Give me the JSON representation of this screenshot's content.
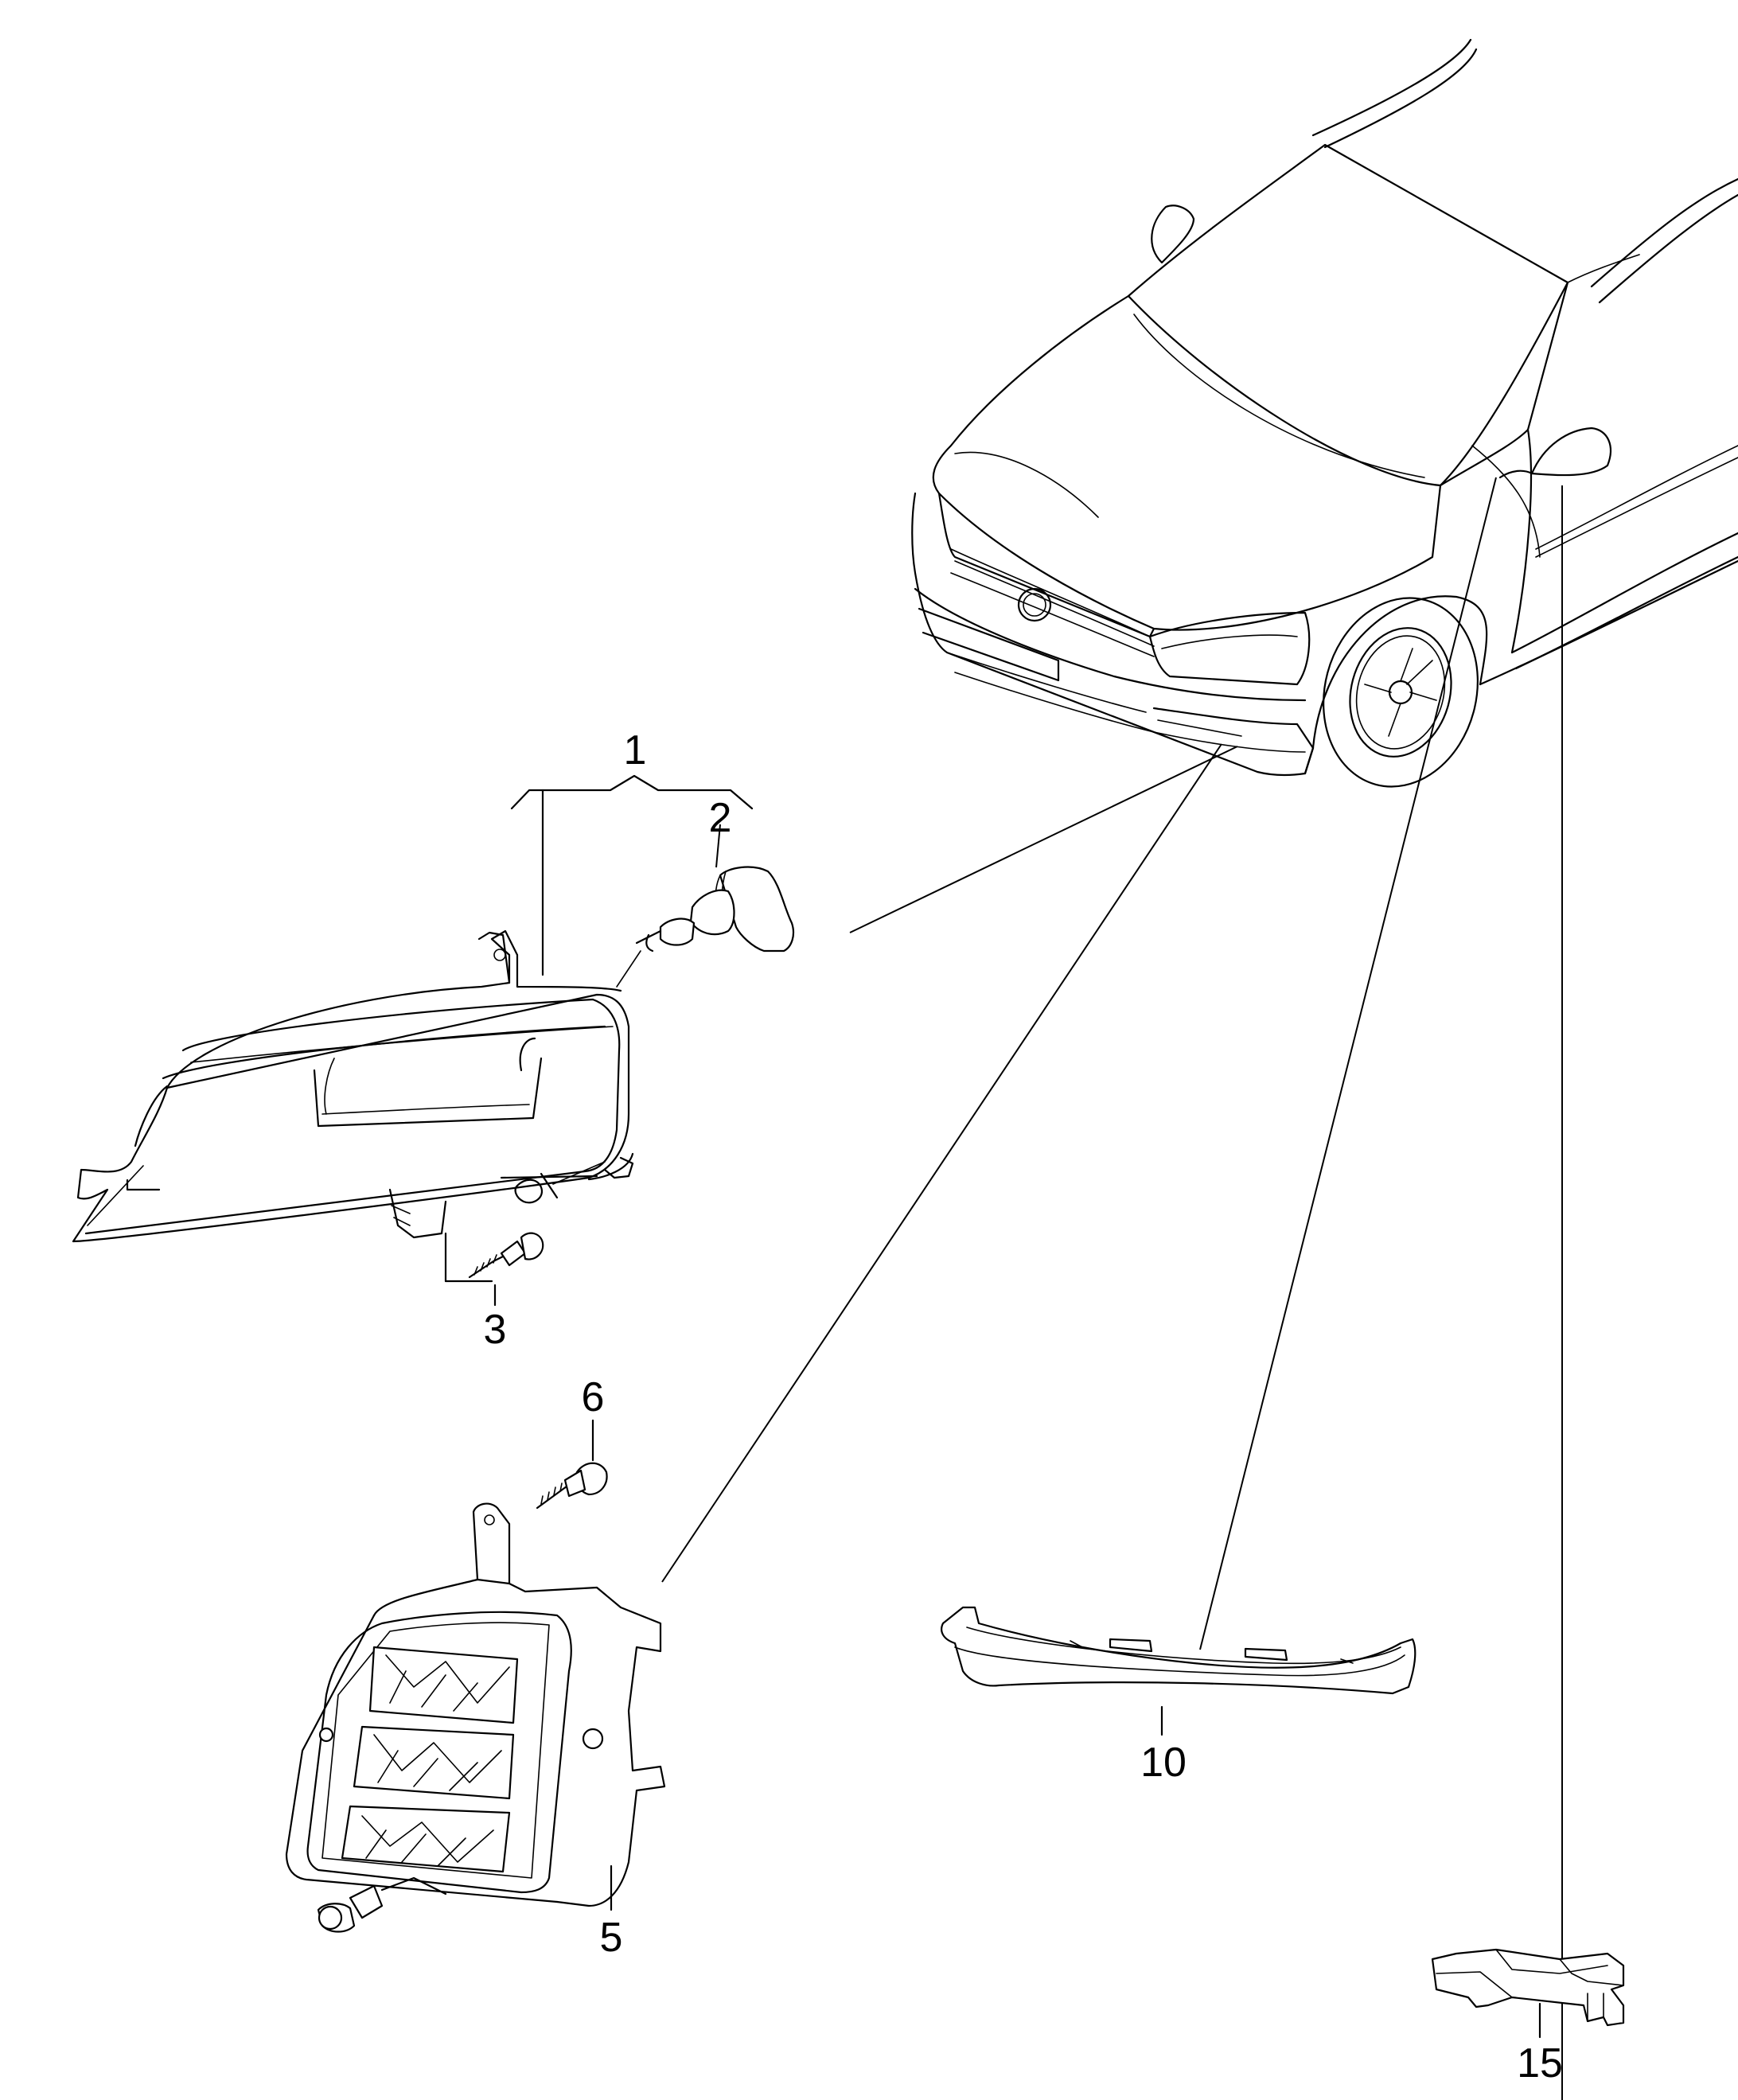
{
  "callouts": {
    "c1": "1",
    "c2": "2",
    "c3": "3",
    "c5": "5",
    "c6": "6",
    "c10": "10",
    "c15": "15"
  }
}
